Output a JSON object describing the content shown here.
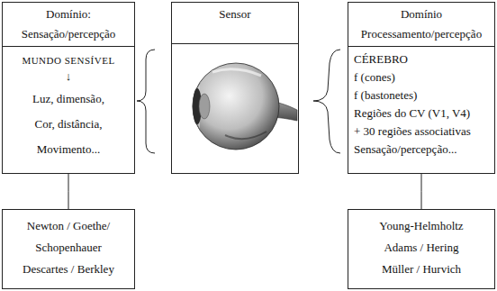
{
  "diagram": {
    "nodes": [
      {
        "text": [
          "Domínio: Sensação/percepção",
          "MUNDO SENSÍVEL",
          "↓",
          "Luz, dimensão,",
          "Cor, distância,",
          "Movimento..."
        ]
      },
      {
        "text": [
          "Sensor"
        ]
      },
      {
        "text": [
          "Domínio Processamento/percepção",
          "CÉREBRO",
          "f (cones)",
          "f (bastonetes)",
          "Regiões do CV (V1, V4)",
          "+ 30 regiões associativas",
          "Sensação/percepção..."
        ]
      },
      {
        "text": [
          "Newton / Goethe/",
          "Schopenhauer",
          "Descartes / Berkley"
        ]
      },
      {
        "text": [
          "Young-Helmholtz",
          "Adams / Hering",
          "Müller / Hurvich"
        ]
      }
    ],
    "edges": [
      {
        "from": 0,
        "to": 3,
        "arrow": "none"
      },
      {
        "from": 2,
        "to": 4,
        "arrow": "none"
      }
    ]
  }
}
